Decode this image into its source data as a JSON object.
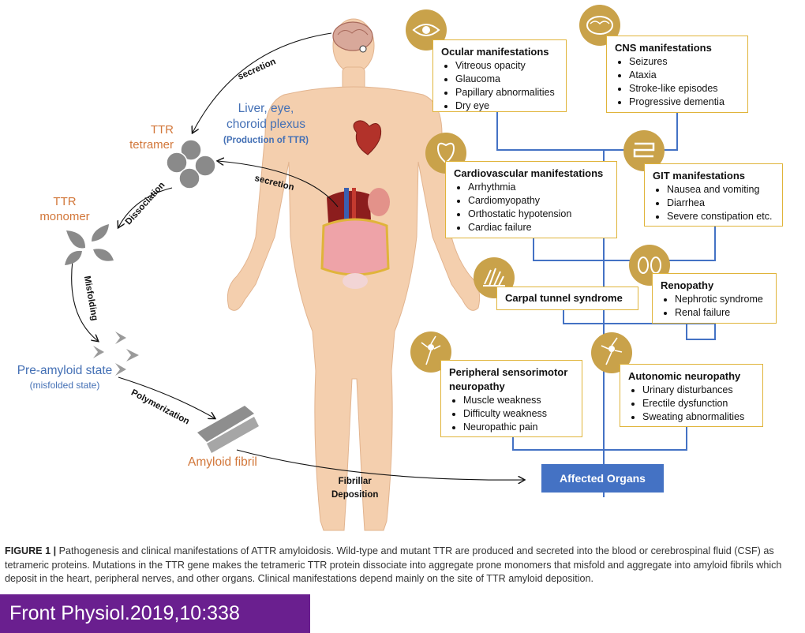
{
  "process": {
    "secretion_top": "secretion",
    "secretion_mid": "secretion",
    "source_line1": "Liver, eye,",
    "source_line2": "choroid plexus",
    "source_line3": "(Production of TTR)",
    "tetramer_line1": "TTR",
    "tetramer_line2": "tetramer",
    "dissociation": "Dissociation",
    "monomer_line1": "TTR",
    "monomer_line2": "monomer",
    "misfolding": "Misfolding",
    "preamyloid_line1": "Pre-amyloid state",
    "preamyloid_line2": "(misfolded state)",
    "polymerization": "Polymerization",
    "amyloid": "Amyloid fibril",
    "deposition_line1": "Fibrillar",
    "deposition_line2": "Deposition"
  },
  "manifestations": {
    "ocular": {
      "title": "Ocular manifestations",
      "items": [
        "Vitreous opacity",
        "Glaucoma",
        "Papillary abnormalities",
        "Dry eye"
      ],
      "icon": "eye-icon"
    },
    "cns": {
      "title": "CNS manifestations",
      "items": [
        "Seizures",
        "Ataxia",
        "Stroke-like episodes",
        "Progressive dementia"
      ],
      "icon": "brain-icon"
    },
    "cardio": {
      "title": "Cardiovascular manifestations",
      "items": [
        "Arrhythmia",
        "Cardiomyopathy",
        "Orthostatic hypotension",
        "Cardiac failure"
      ],
      "icon": "heart-icon"
    },
    "git": {
      "title": "GIT manifestations",
      "items": [
        "Nausea and vomiting",
        "Diarrhea",
        "Severe constipation etc."
      ],
      "icon": "intestine-icon"
    },
    "carpal": {
      "title": "Carpal tunnel syndrome",
      "icon": "hand-icon"
    },
    "renal": {
      "title": "Renopathy",
      "items": [
        "Nephrotic syndrome",
        "Renal failure"
      ],
      "icon": "kidney-icon"
    },
    "peripheral": {
      "title_line1": "Peripheral sensorimotor",
      "title_line2": "neuropathy",
      "items": [
        "Muscle weakness",
        "Difficulty weakness",
        "Neuropathic pain"
      ],
      "icon": "neuron-icon"
    },
    "autonomic": {
      "title": "Autonomic neuropathy",
      "items": [
        "Urinary disturbances",
        "Erectile dysfunction",
        "Sweating abnormalities"
      ],
      "icon": "neuron-icon"
    }
  },
  "affected_organs": "Affected Organs",
  "caption": {
    "label": "FIGURE 1 |",
    "text": " Pathogenesis and clinical manifestations of ATTR amyloidosis. Wild-type and mutant TTR are produced and secreted into the blood or cerebrospinal fluid (CSF) as tetrameric proteins. Mutations in the TTR gene makes the tetrameric TTR protein dissociate into aggregate prone monomers that misfold and aggregate into amyloid fibrils which deposit in the heart, peripheral nerves, and other organs. Clinical manifestations depend mainly on the site of TTR amyloid deposition."
  },
  "footer": "Front Physiol.2019,10:338",
  "colors": {
    "gold": "#c9a24a",
    "box_border": "#e0b43a",
    "tree_line": "#4472c4",
    "ttr_orange": "#d2773a",
    "source_blue": "#4470b5",
    "skin": "#f4cfae",
    "footer_bg": "#6a1f8f"
  }
}
